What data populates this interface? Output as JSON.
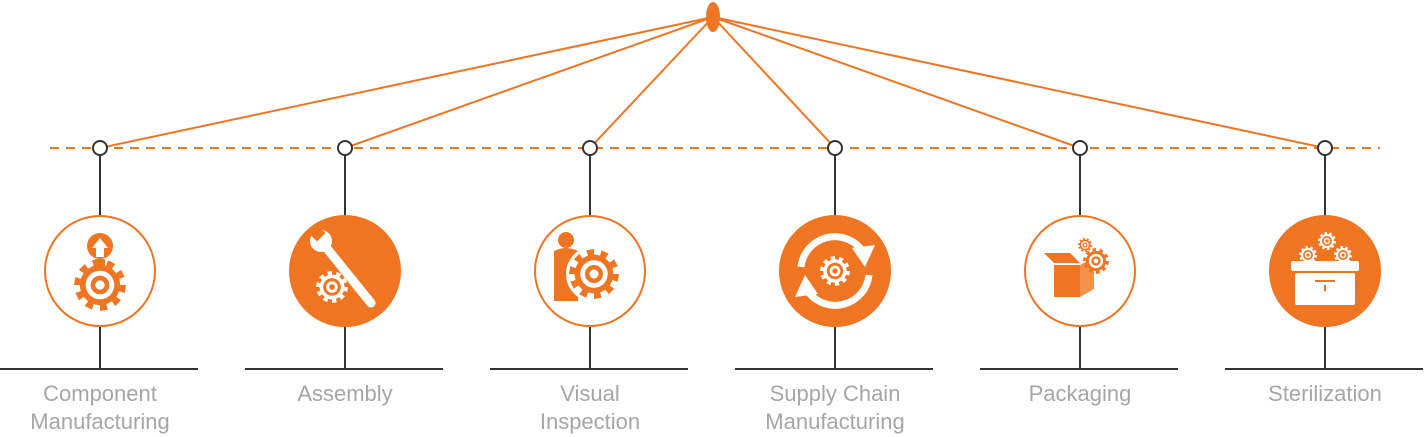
{
  "colors": {
    "accent": "#f07522",
    "line": "#333333",
    "label": "#a6a6a6",
    "background": "#ffffff"
  },
  "steps": [
    {
      "label_lines": [
        "Component",
        "Manufacturing"
      ],
      "icon": "gear-with-up-arrow-icon",
      "style": "outline"
    },
    {
      "label_lines": [
        "Assembly"
      ],
      "icon": "wrench-and-gear-icon",
      "style": "filled"
    },
    {
      "label_lines": [
        "Visual",
        "Inspection"
      ],
      "icon": "person-with-gear-icon",
      "style": "outline"
    },
    {
      "label_lines": [
        "Supply Chain",
        "Manufacturing"
      ],
      "icon": "cycle-arrows-gear-icon",
      "style": "filled"
    },
    {
      "label_lines": [
        "Packaging"
      ],
      "icon": "box-with-gears-icon",
      "style": "outline"
    },
    {
      "label_lines": [
        "Sterilization"
      ],
      "icon": "container-with-gears-icon",
      "style": "filled"
    }
  ]
}
